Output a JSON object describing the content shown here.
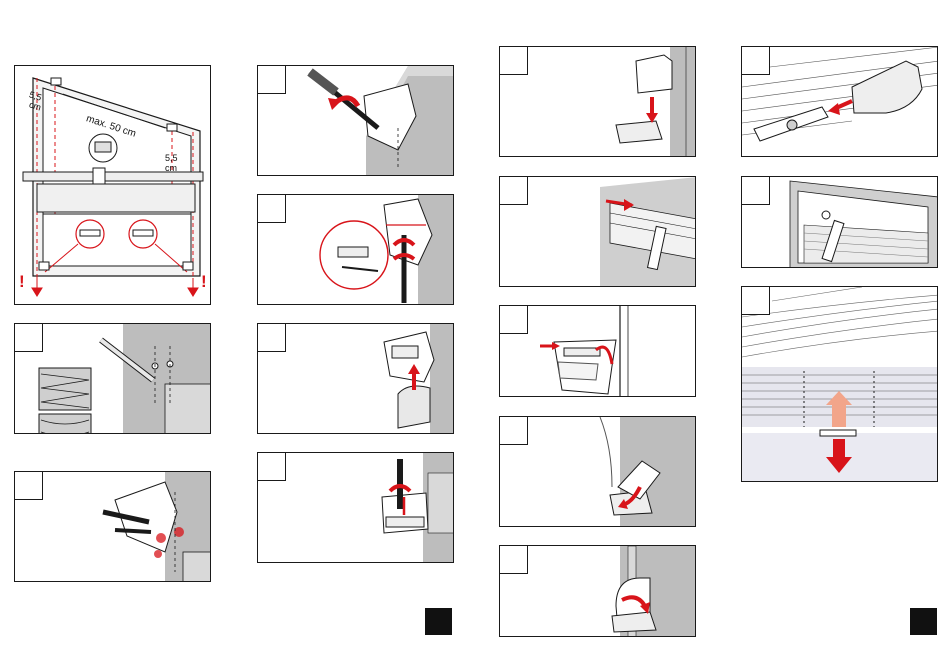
{
  "overview": {
    "margin_left_value": "5,5",
    "margin_left_unit": "cm",
    "margin_right_value": "5,5",
    "margin_right_unit": "cm",
    "max_label": "max. 50 cm",
    "warning_mark": "!"
  },
  "steps": [
    {
      "id": "drill-holes"
    },
    {
      "id": "insert-bracket-screws"
    },
    {
      "id": "screw-bracket-to-frame"
    },
    {
      "id": "tighten-screw"
    },
    {
      "id": "clip-cover-on"
    },
    {
      "id": "fix-clamp-screw"
    },
    {
      "id": "push-cap-down"
    },
    {
      "id": "slide-rail-in"
    },
    {
      "id": "hook-headrail"
    },
    {
      "id": "fold-cap-over"
    },
    {
      "id": "close-cap"
    },
    {
      "id": "attach-end-cap"
    },
    {
      "id": "mounted-view"
    },
    {
      "id": "operate-blind"
    }
  ],
  "colors": {
    "arrow_red": "#d8141a",
    "arrow_light": "#f2a58a",
    "wall_gray": "#bdbdbd",
    "frame_gray": "#d9d9d9",
    "outline": "#1a1a1a"
  }
}
